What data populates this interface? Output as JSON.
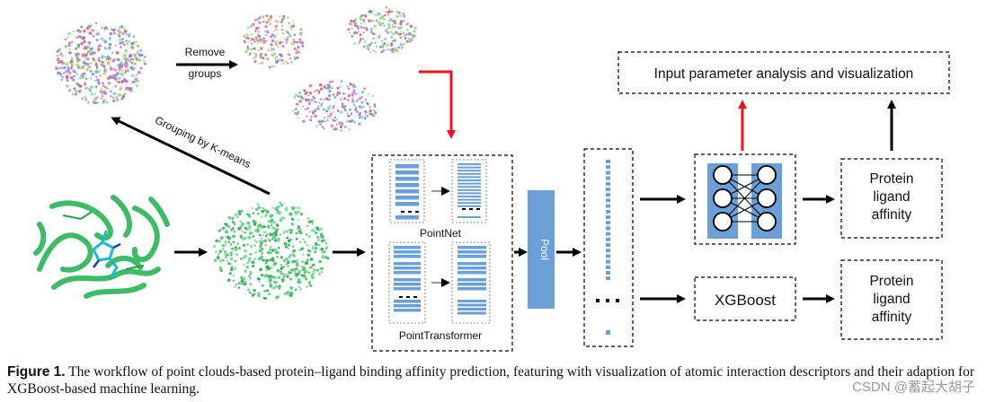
{
  "labels": {
    "remove_groups_line1": "Remove",
    "remove_groups_line2": "groups",
    "grouping": "Grouping by K-means",
    "pointnet": "PointNet",
    "pointtransformer": "PointTransformer",
    "pool": "Pool",
    "input_analysis": "Input parameter analysis and visualization",
    "xgboost": "XGBoost",
    "affinity_line1": "Protein",
    "affinity_line2": "ligand",
    "affinity_line3": "affinity"
  },
  "caption": {
    "figure_label": "Figure 1.",
    "text": " The workflow of point clouds-based protein–ligand binding affinity prediction, featuring with visualization of atomic interaction descriptors and their adaption for XGBoost-based machine learning."
  },
  "watermark": "CSDN @蓄起大胡子",
  "colors": {
    "arrow": "#000000",
    "highlight_arrow": "#e8141c",
    "block_blue": "#6a9fd8",
    "protein_green": "#3dbb66",
    "ligand_cyan": "#1fb6d9"
  }
}
